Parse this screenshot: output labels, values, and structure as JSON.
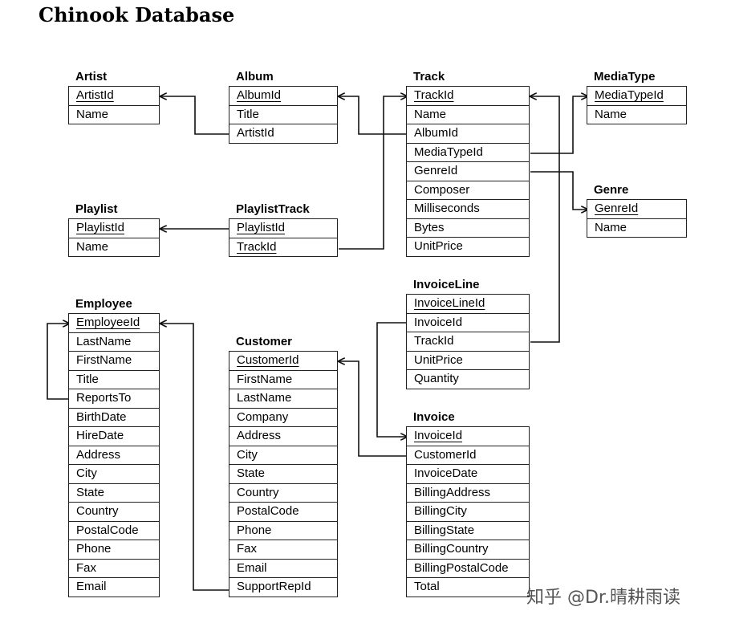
{
  "title": "Chinook Database",
  "watermark": "知乎 @Dr.晴耕雨读",
  "entities": {
    "artist": {
      "name": "Artist",
      "fields": [
        {
          "label": "ArtistId",
          "pk": true
        },
        {
          "label": "Name"
        }
      ]
    },
    "album": {
      "name": "Album",
      "fields": [
        {
          "label": "AlbumId",
          "pk": true
        },
        {
          "label": "Title"
        },
        {
          "label": "ArtistId"
        }
      ]
    },
    "track": {
      "name": "Track",
      "fields": [
        {
          "label": "TrackId",
          "pk": true
        },
        {
          "label": "Name"
        },
        {
          "label": "AlbumId"
        },
        {
          "label": "MediaTypeId"
        },
        {
          "label": "GenreId"
        },
        {
          "label": "Composer"
        },
        {
          "label": "Milliseconds"
        },
        {
          "label": "Bytes"
        },
        {
          "label": "UnitPrice"
        }
      ]
    },
    "mediatype": {
      "name": "MediaType",
      "fields": [
        {
          "label": "MediaTypeId",
          "pk": true
        },
        {
          "label": "Name"
        }
      ]
    },
    "genre": {
      "name": "Genre",
      "fields": [
        {
          "label": "GenreId",
          "pk": true
        },
        {
          "label": "Name"
        }
      ]
    },
    "playlist": {
      "name": "Playlist",
      "fields": [
        {
          "label": "PlaylistId",
          "pk": true
        },
        {
          "label": "Name"
        }
      ]
    },
    "playlisttrack": {
      "name": "PlaylistTrack",
      "fields": [
        {
          "label": "PlaylistId",
          "pk": true
        },
        {
          "label": "TrackId",
          "pk": true
        }
      ]
    },
    "invoiceline": {
      "name": "InvoiceLine",
      "fields": [
        {
          "label": "InvoiceLineId",
          "pk": true
        },
        {
          "label": "InvoiceId"
        },
        {
          "label": "TrackId"
        },
        {
          "label": "UnitPrice"
        },
        {
          "label": "Quantity"
        }
      ]
    },
    "employee": {
      "name": "Employee",
      "fields": [
        {
          "label": "EmployeeId",
          "pk": true
        },
        {
          "label": "LastName"
        },
        {
          "label": "FirstName"
        },
        {
          "label": "Title"
        },
        {
          "label": "ReportsTo"
        },
        {
          "label": "BirthDate"
        },
        {
          "label": "HireDate"
        },
        {
          "label": "Address"
        },
        {
          "label": "City"
        },
        {
          "label": "State"
        },
        {
          "label": "Country"
        },
        {
          "label": "PostalCode"
        },
        {
          "label": "Phone"
        },
        {
          "label": "Fax"
        },
        {
          "label": "Email"
        }
      ]
    },
    "customer": {
      "name": "Customer",
      "fields": [
        {
          "label": "CustomerId",
          "pk": true
        },
        {
          "label": "FirstName"
        },
        {
          "label": "LastName"
        },
        {
          "label": "Company"
        },
        {
          "label": "Address"
        },
        {
          "label": "City"
        },
        {
          "label": "State"
        },
        {
          "label": "Country"
        },
        {
          "label": "PostalCode"
        },
        {
          "label": "Phone"
        },
        {
          "label": "Fax"
        },
        {
          "label": "Email"
        },
        {
          "label": "SupportRepId"
        }
      ]
    },
    "invoice": {
      "name": "Invoice",
      "fields": [
        {
          "label": "InvoiceId",
          "pk": true
        },
        {
          "label": "CustomerId"
        },
        {
          "label": "InvoiceDate"
        },
        {
          "label": "BillingAddress"
        },
        {
          "label": "BillingCity"
        },
        {
          "label": "BillingState"
        },
        {
          "label": "BillingCountry"
        },
        {
          "label": "BillingPostalCode"
        },
        {
          "label": "Total"
        }
      ]
    }
  }
}
